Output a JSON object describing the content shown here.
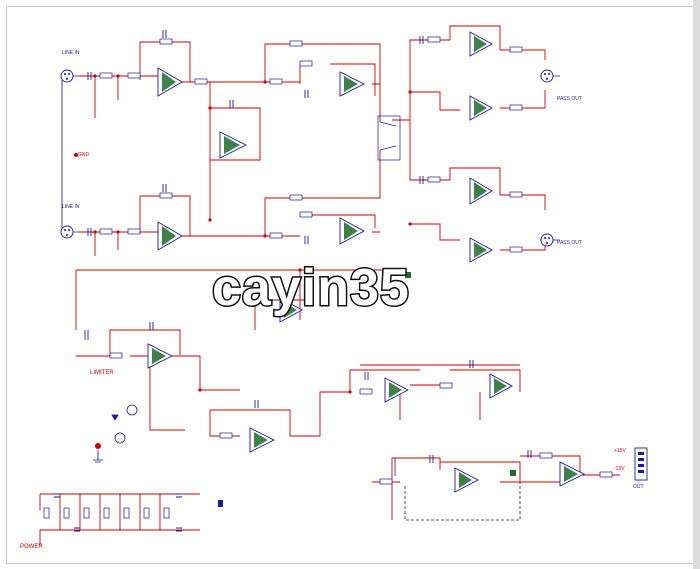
{
  "diagram": {
    "watermark": "cayin35",
    "labels": {
      "line_in_top": "LINE IN",
      "line_in_bottom": "LINE IN",
      "gnd": "GND",
      "pass_out_top": "PASS OUT",
      "pass_out_bottom": "PASS OUT",
      "limiter": "LIMITER",
      "power": "POWER",
      "plus15v": "+15V",
      "minus15v": "-15V",
      "out": "OUT"
    }
  }
}
